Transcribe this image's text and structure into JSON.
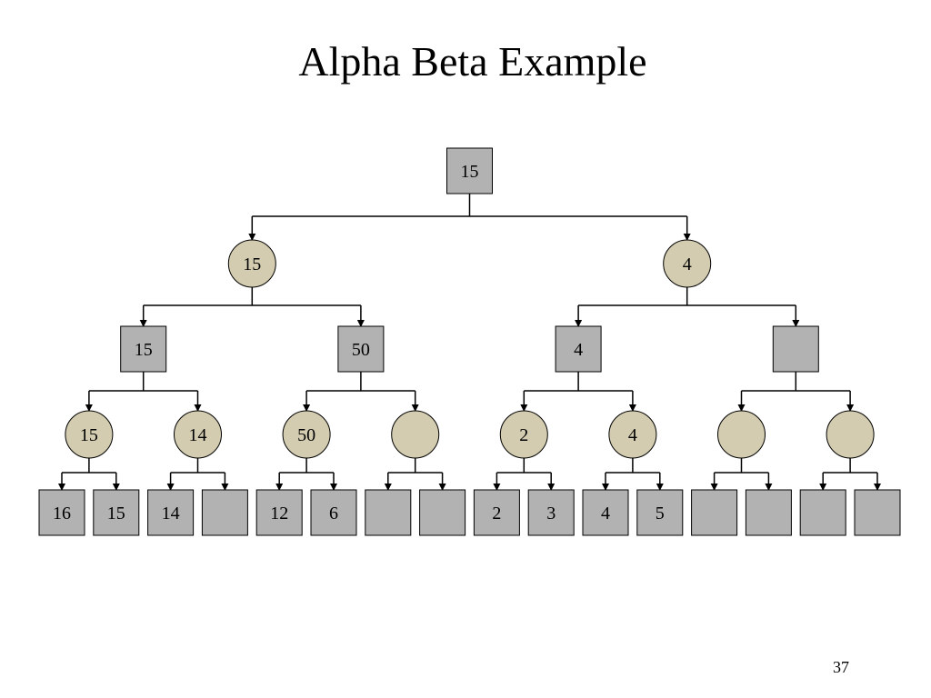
{
  "slide": {
    "title": "Alpha Beta Example",
    "page_number": "37"
  },
  "colors": {
    "max_node_fill": "#b2b2b2",
    "min_node_fill": "#d3ccb0",
    "stroke": "#000000"
  },
  "tree": {
    "root": "15",
    "level1": [
      "15",
      "4"
    ],
    "level2": [
      "15",
      "50",
      "4",
      ""
    ],
    "level3": [
      "15",
      "14",
      "50",
      "",
      "2",
      "4",
      "",
      ""
    ],
    "leaves": [
      "16",
      "15",
      "14",
      "",
      "12",
      "6",
      "",
      "",
      "2",
      "3",
      "4",
      "5",
      "",
      "",
      "",
      ""
    ]
  }
}
